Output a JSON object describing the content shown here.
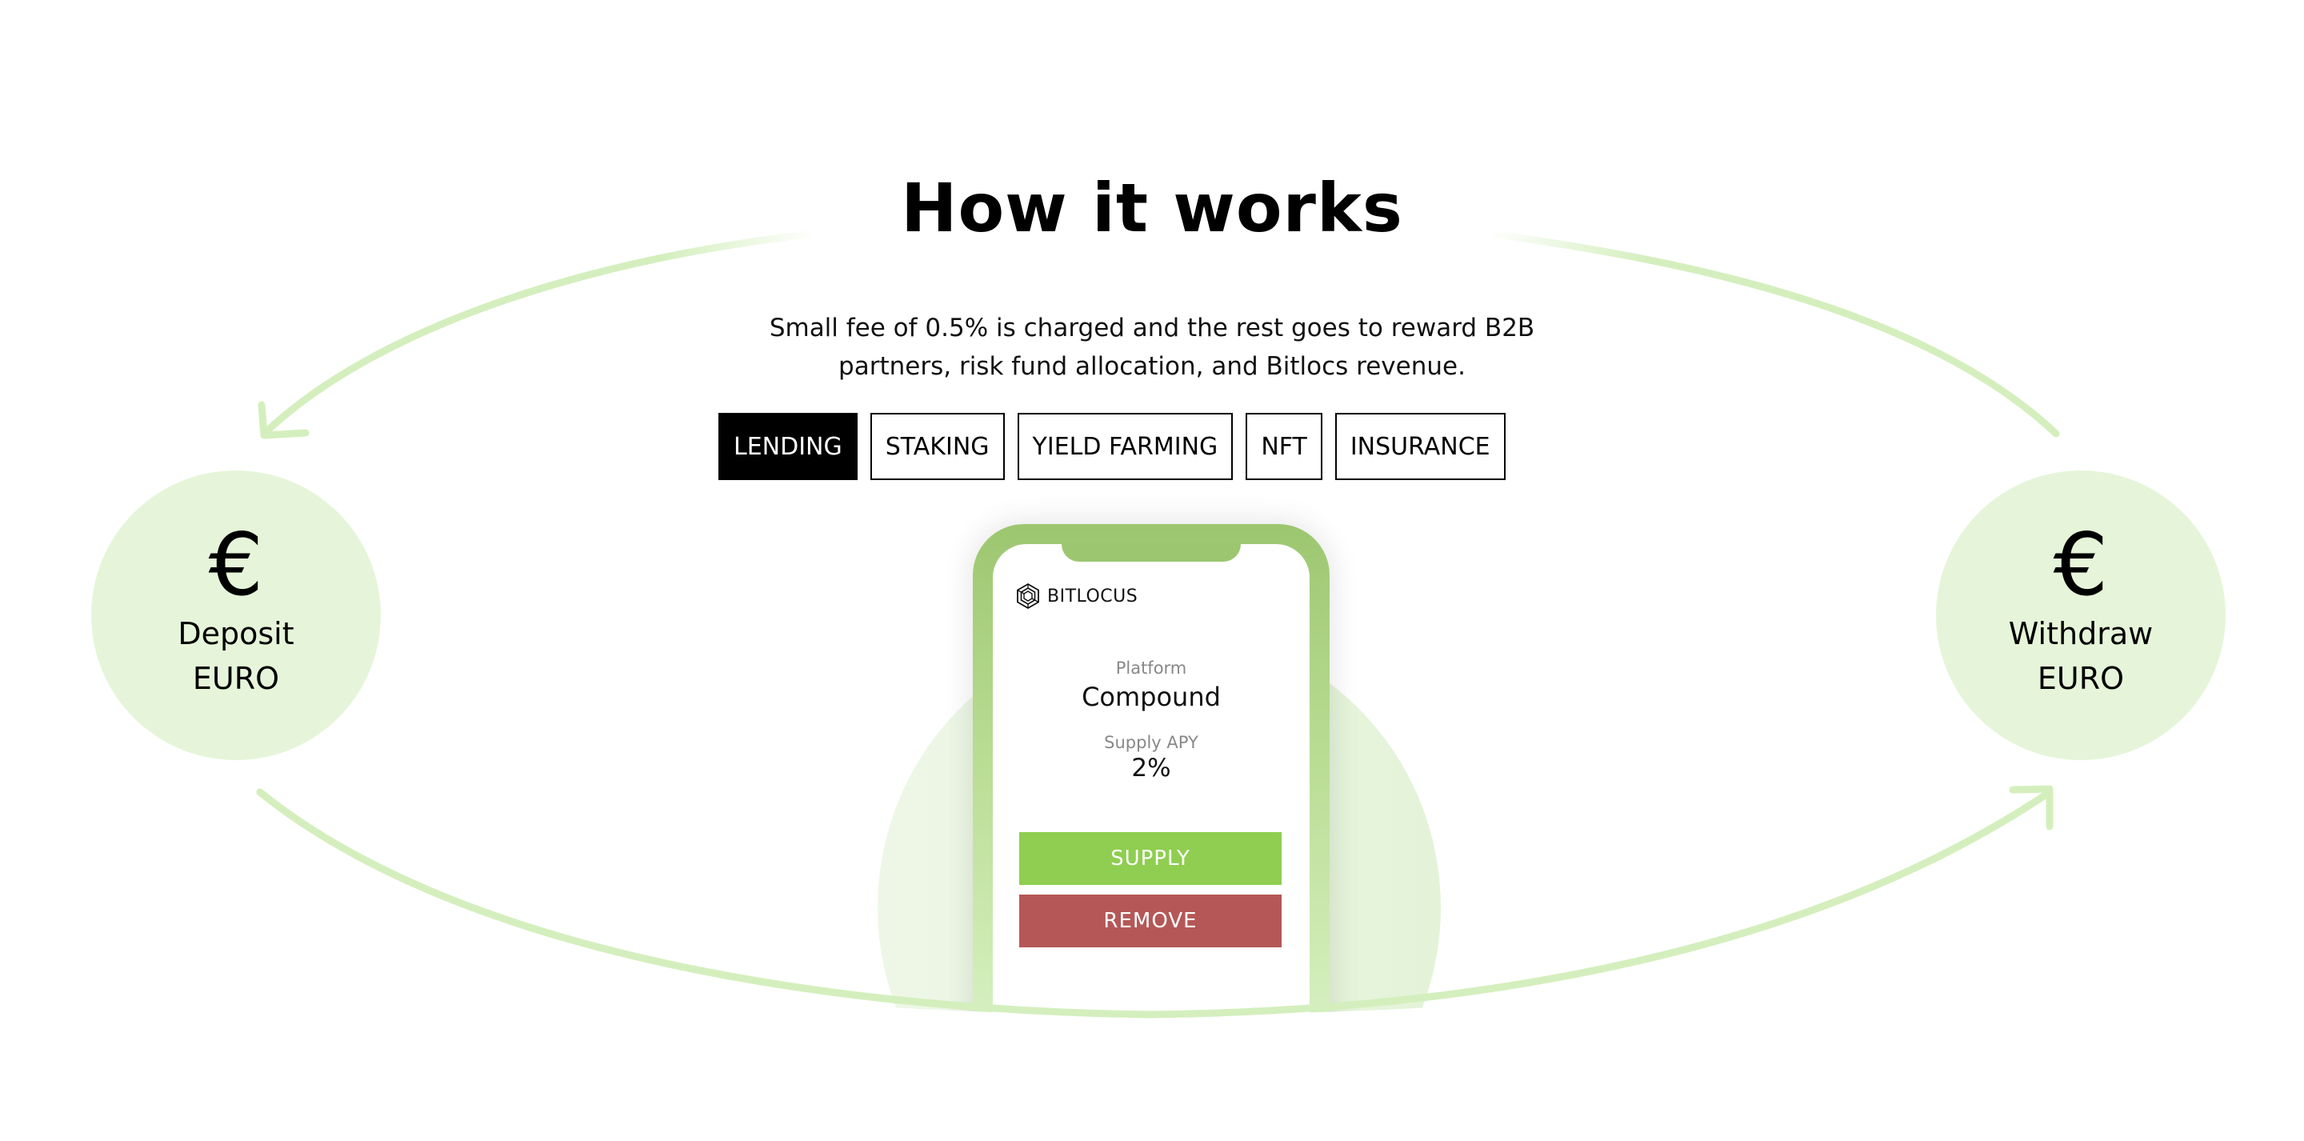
{
  "header": {
    "title": "How it works",
    "subtitle_line1": "Small fee of 0.5% is charged and the rest goes to reward B2B",
    "subtitle_line2": "partners, risk fund allocation, and Bitlocs revenue."
  },
  "tabs": [
    {
      "label": "LENDING",
      "active": true
    },
    {
      "label": "STAKING",
      "active": false
    },
    {
      "label": "YIELD FARMING",
      "active": false
    },
    {
      "label": "NFT",
      "active": false
    },
    {
      "label": "INSURANCE",
      "active": false
    }
  ],
  "deposit": {
    "icon": "euro-icon",
    "symbol": "€",
    "line1": "Deposit",
    "line2": "EURO"
  },
  "withdraw": {
    "icon": "euro-icon",
    "symbol": "€",
    "line1": "Withdraw",
    "line2": "EURO"
  },
  "phone": {
    "brand": "BITLOCUS",
    "brand_icon": "bitlocus-logo-icon",
    "platform_label": "Platform",
    "platform_value": "Compound",
    "apy_label": "Supply APY",
    "apy_value": "2%",
    "supply_button": "SUPPLY",
    "remove_button": "REMOVE"
  },
  "colors": {
    "accent_light": "#e6f5d9",
    "arc": "#d4efbd",
    "phone_frame": "#9dc670",
    "supply": "#8fce50",
    "remove": "#b55757",
    "active_tab_bg": "#000000"
  }
}
